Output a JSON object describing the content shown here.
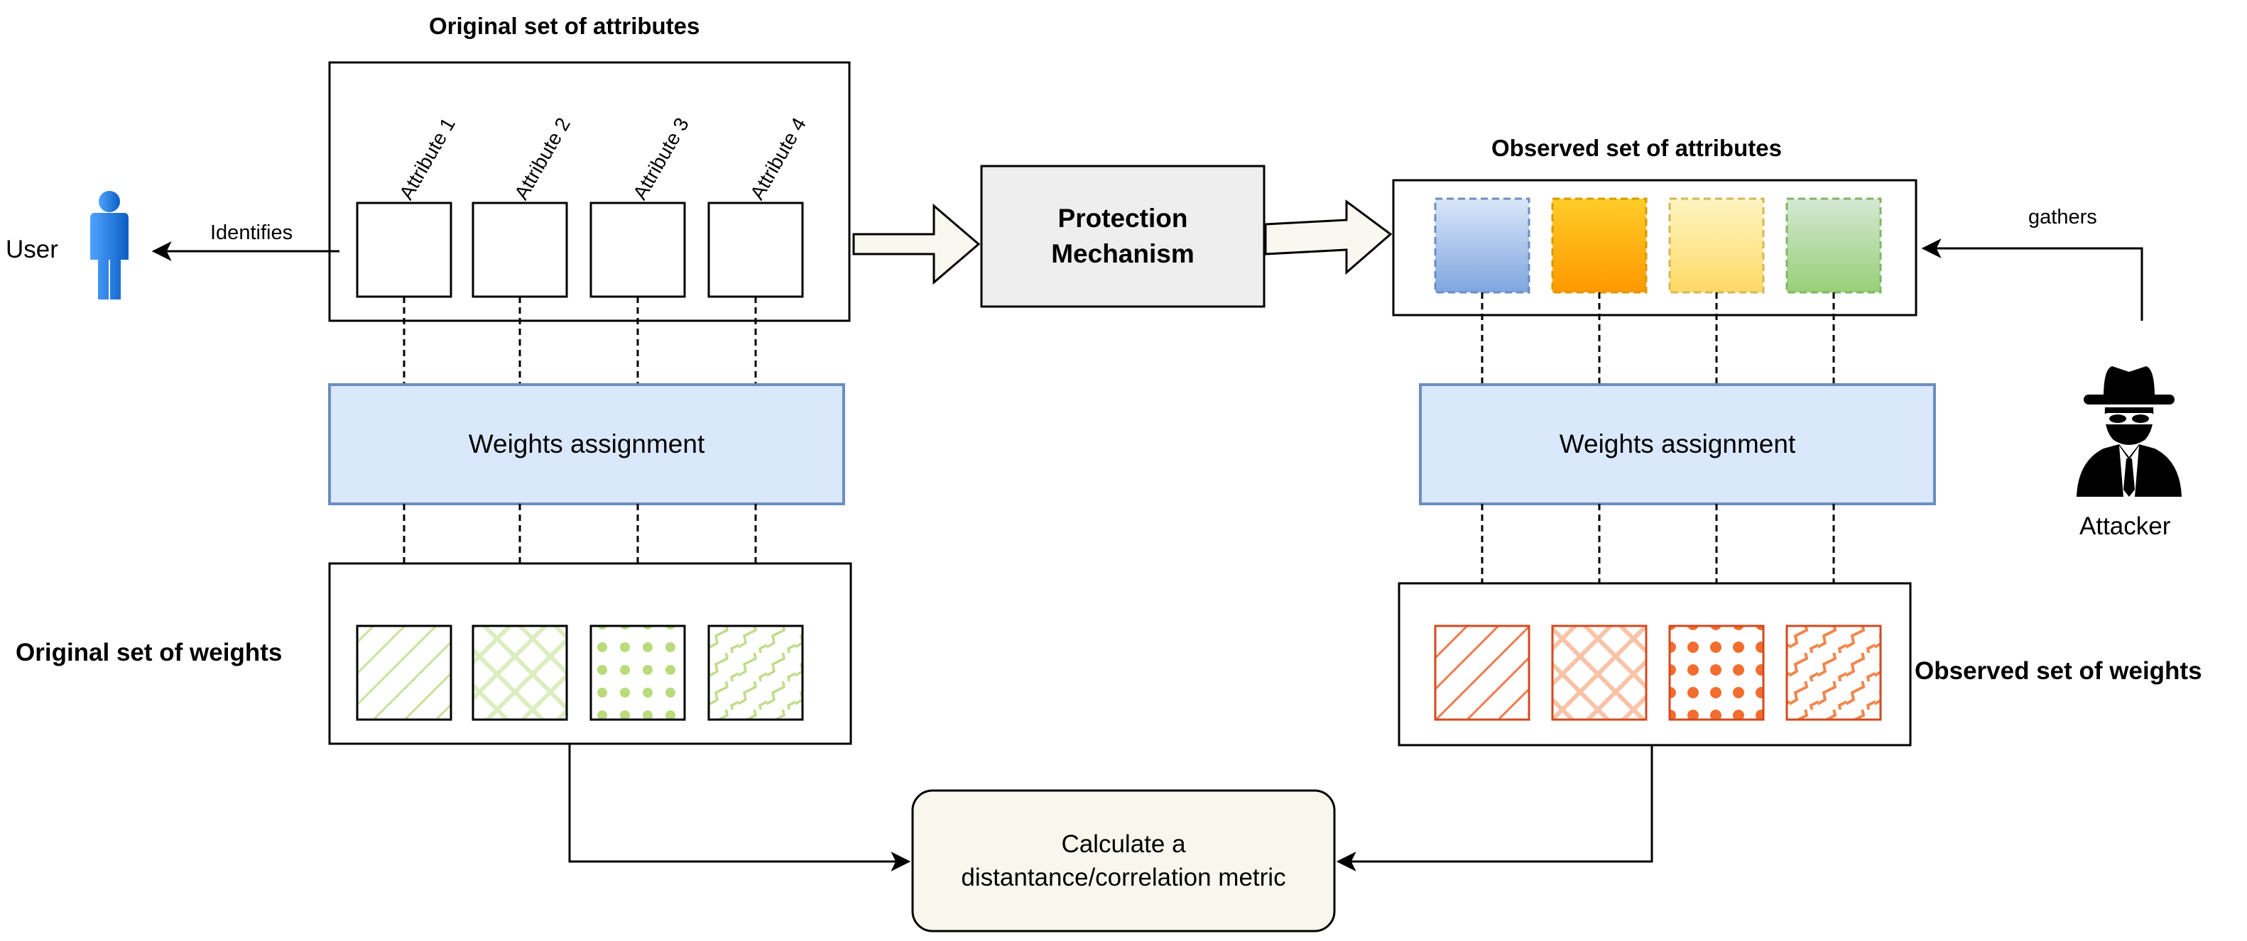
{
  "left": {
    "attributes_title": "Original set of attributes",
    "attribute_labels": [
      "Attribute 1",
      "Attribute 2",
      "Attribute 3",
      "Attribute 4"
    ],
    "weights_assignment": "Weights assignment",
    "weights_title": "Original set of weights",
    "pattern_color": "#c2dc8a"
  },
  "user": {
    "label": "User",
    "edge_label": "Identifies",
    "color": "#1a8cff"
  },
  "protection": {
    "line1": "Protection",
    "line2": "Mechanism"
  },
  "right": {
    "attributes_title": "Observed set of attributes",
    "attribute_fills": [
      "#9ab7e6",
      "#ffa61a",
      "#ffe07a",
      "#a6d58f"
    ],
    "weights_assignment": "Weights assignment",
    "weights_title": "Observed set of weights",
    "pattern_color": "#e0501e"
  },
  "attacker": {
    "label": "Attacker",
    "edge_label": "gathers"
  },
  "metric": {
    "line1": "Calculate a",
    "line2": "distantance/correlation metric"
  }
}
